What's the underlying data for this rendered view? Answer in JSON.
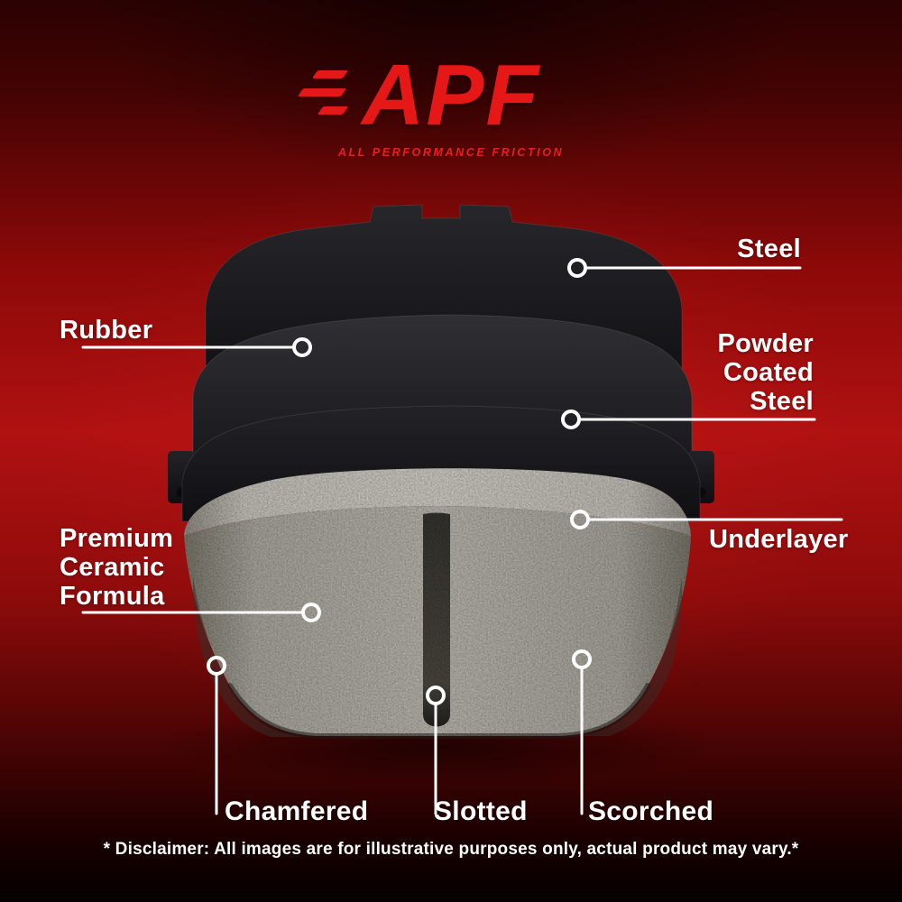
{
  "logo": {
    "brand": "APF",
    "tagline": "ALL PERFORMANCE FRICTION"
  },
  "callouts": {
    "steel": "Steel",
    "rubber": "Rubber",
    "powder_coated_steel": "Powder Coated Steel",
    "underlayer": "Underlayer",
    "premium_ceramic_formula": "Premium Ceramic Formula",
    "chamfered": "Chamfered",
    "slotted": "Slotted",
    "scorched": "Scorched"
  },
  "disclaimer": "* Disclaimer: All images are for illustrative purposes only, actual product may vary.*",
  "colors": {
    "accent_red": "#e51717",
    "label_white": "#ffffff",
    "plate_dark": "#1d1d20",
    "ceramic_grey": "#b8b4ac"
  }
}
